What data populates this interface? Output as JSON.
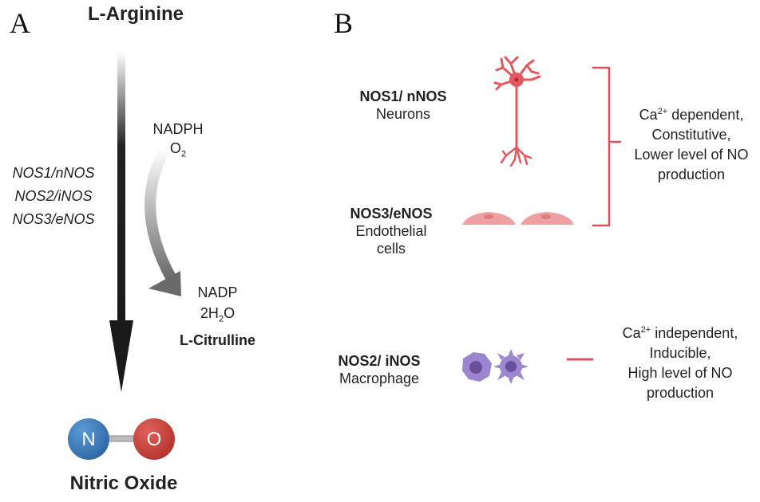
{
  "panel_a": {
    "label": "A",
    "substrate": "L-Arginine",
    "enzymes": [
      "NOS1/nNOS",
      "NOS2/iNOS",
      "NOS3/eNOS"
    ],
    "cofactors_in": {
      "line1": "NADPH",
      "line2_base": "O",
      "line2_sub": "2"
    },
    "products_side": {
      "line1": "NADP",
      "line2_pre": "2H",
      "line2_sub": "2",
      "line2_post": "O",
      "line3": "L-Citrulline"
    },
    "molecule": {
      "atom1": "N",
      "atom2": "O",
      "atom1_color": "#2f6fae",
      "atom2_color": "#c0392b"
    },
    "product": "Nitric Oxide"
  },
  "panel_b": {
    "label": "B",
    "isoforms": [
      {
        "name": "NOS1/ nNOS",
        "cell_type": "Neurons",
        "cell_icon": "neuron-icon"
      },
      {
        "name": "NOS3/eNOS",
        "cell_type_line1": "Endothelial",
        "cell_type_line2": "cells",
        "cell_icon": "endothelial-cell-icon"
      },
      {
        "name": "NOS2/ iNOS",
        "cell_type": "Macrophage",
        "cell_icon": "macrophage-icon"
      }
    ],
    "constitutive_note": {
      "line1_pre": "Ca",
      "line1_sup": "2+",
      "line1_post": " dependent,",
      "line2": "Constitutive,",
      "line3": "Lower level of NO",
      "line4": "production"
    },
    "inducible_note": {
      "line1_pre": "Ca",
      "line1_sup": "2+",
      "line1_post": " independent,",
      "line2": "Inducible,",
      "line3": "High level of NO",
      "line4": "production"
    },
    "colors": {
      "neuron": "#e05a5f",
      "endothelial": "#eea0a2",
      "macrophage": "#9b87cf",
      "bracket": "#d9545c"
    }
  }
}
